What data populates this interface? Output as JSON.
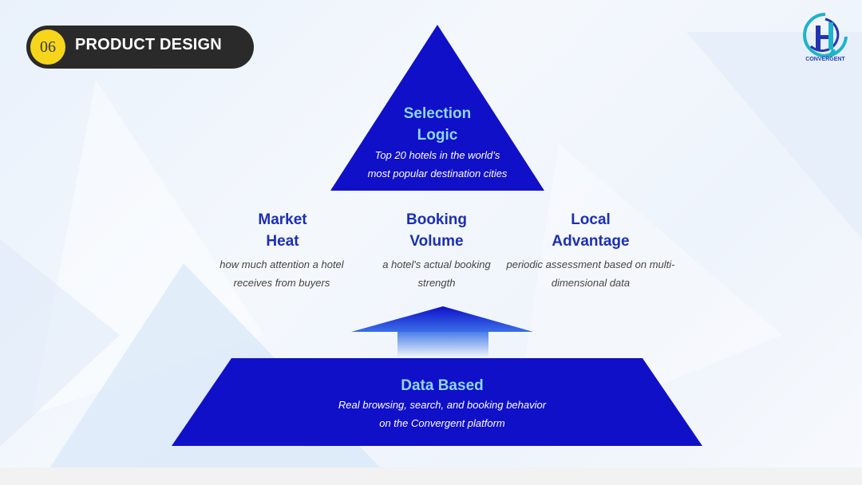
{
  "header": {
    "number": "06",
    "title": "PRODUCT DESIGN"
  },
  "logo": {
    "text": "CONVERGENT",
    "colors": {
      "primary": "#2233b0",
      "accent": "#1fb3c8"
    }
  },
  "pyramid": {
    "top": {
      "title_line1": "Selection",
      "title_line2": "Logic",
      "desc_line1": "Top 20 hotels in the world’s",
      "desc_line2": "most popular destination cities"
    },
    "factors": [
      {
        "title_line1": "Market",
        "title_line2": "Heat",
        "desc_line1": "how much attention a hotel",
        "desc_line2": "receives from buyers"
      },
      {
        "title_line1": "Booking",
        "title_line2": "Volume",
        "desc_line1": "a hotel's actual booking",
        "desc_line2": "strength"
      },
      {
        "title_line1": "Local",
        "title_line2": "Advantage",
        "desc_line1": "periodic assessment based on multi-",
        "desc_line2": "dimensional data"
      }
    ],
    "base": {
      "title": "Data Based",
      "desc_line1": "Real browsing, search, and booking behavior",
      "desc_line2": "on the Convergent platform"
    }
  },
  "colors": {
    "shape_blue": "#1010c8",
    "title_cyan": "#8fd6ff",
    "factor_title": "#1c2fb3",
    "pill_bg": "#2a2a2a",
    "badge_yellow": "#f7d51a"
  }
}
